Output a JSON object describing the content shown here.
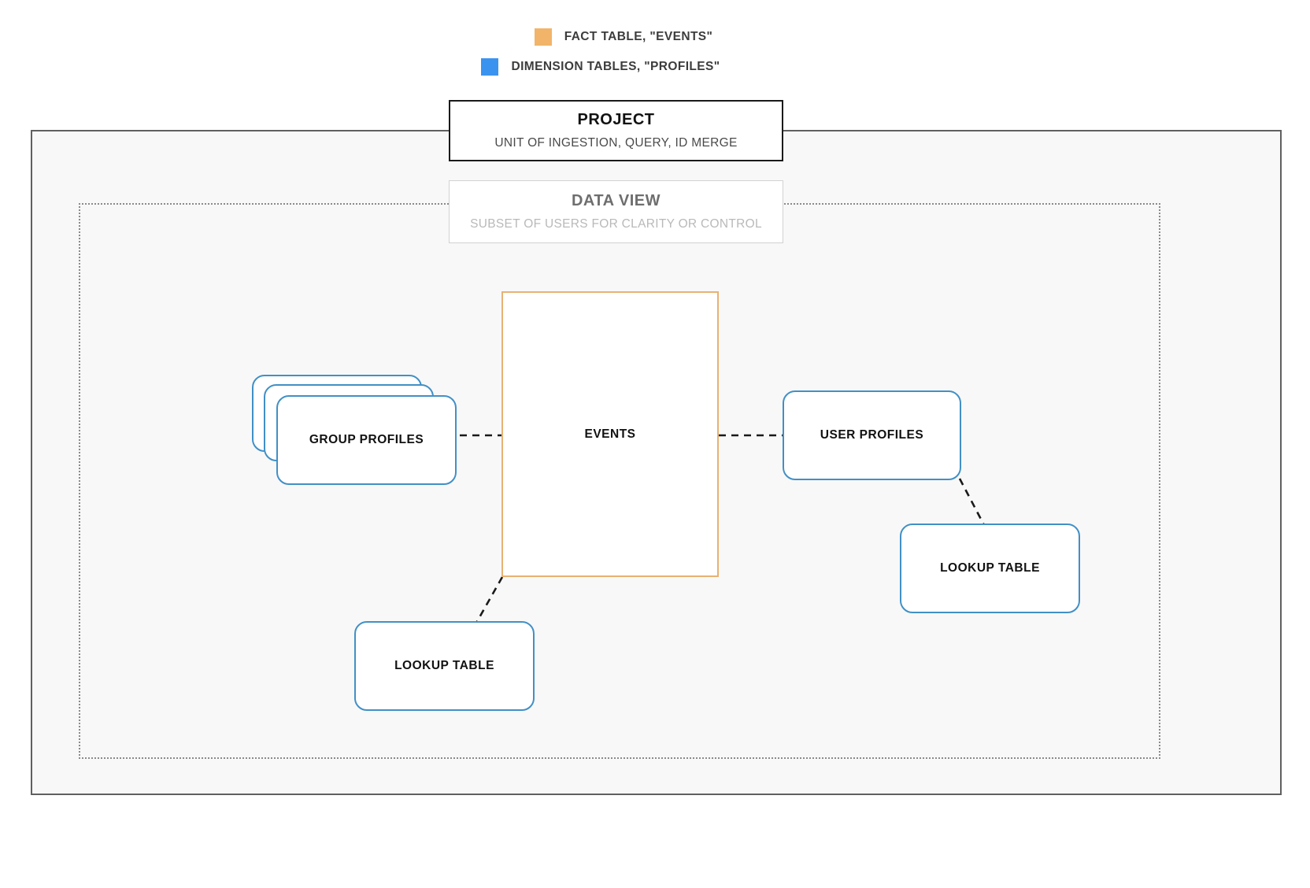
{
  "legend": {
    "items": [
      {
        "swatch_color": "#f2b469",
        "label": "FACT TABLE, \"EVENTS\""
      },
      {
        "swatch_color": "#3b93f0",
        "label": "DIMENSION TABLES, \"PROFILES\""
      }
    ]
  },
  "frames": {
    "project": {
      "title": "PROJECT",
      "subtitle": "UNIT OF INGESTION, QUERY, ID MERGE",
      "border_color": "#1a1a1a"
    },
    "data_view": {
      "title": "DATA VIEW",
      "subtitle": "SUBSET OF USERS FOR CLARITY OR CONTROL",
      "border_color": "#d2d2d2"
    }
  },
  "nodes": {
    "events": {
      "label": "EVENTS",
      "kind": "fact-table",
      "border_color": "#e8b272"
    },
    "group_profiles": {
      "label": "GROUP PROFILES",
      "kind": "dimension-table-stack",
      "border_color": "#4190c6",
      "card_count": 3
    },
    "user_profiles": {
      "label": "USER PROFILES",
      "kind": "dimension-table",
      "border_color": "#4190c6"
    },
    "lookup_table_left": {
      "label": "LOOKUP TABLE",
      "kind": "dimension-table",
      "border_color": "#4190c6"
    },
    "lookup_table_right": {
      "label": "LOOKUP TABLE",
      "kind": "dimension-table",
      "border_color": "#4190c6"
    }
  },
  "connectors": [
    {
      "from": "group_profiles",
      "to": "events",
      "style": "dashed"
    },
    {
      "from": "events",
      "to": "user_profiles",
      "style": "dashed"
    },
    {
      "from": "events",
      "to": "lookup_table_left",
      "style": "dashed"
    },
    {
      "from": "user_profiles",
      "to": "lookup_table_right",
      "style": "dashed"
    }
  ],
  "colors": {
    "fact_accent": "#e8b272",
    "dimension_accent": "#4190c6",
    "canvas_background": "#f8f8f8",
    "outer_frame_border": "#606060",
    "inner_frame_border": "#8a8a8a",
    "connector": "#1a1a1a"
  }
}
